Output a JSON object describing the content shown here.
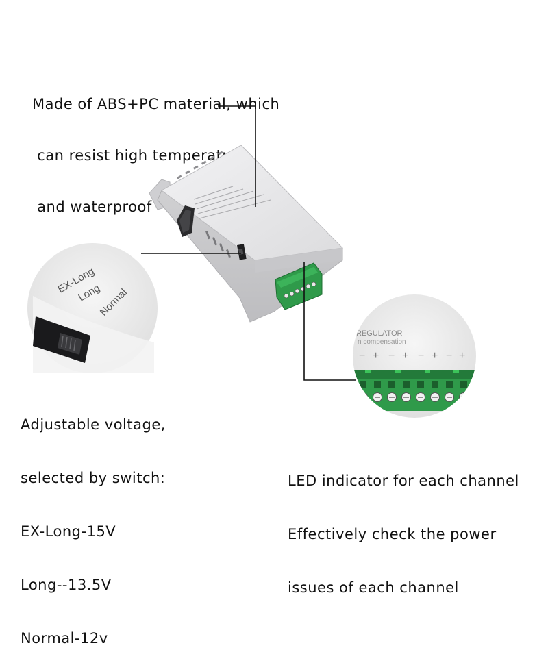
{
  "captions": {
    "material": [
      "Made of ABS+PC material, which",
      " can resist high temperature",
      " and waterproof"
    ],
    "voltage": [
      "Adjustable voltage,",
      "selected by switch:",
      "EX-Long-15V",
      "Long--13.5V",
      "Normal-12v"
    ],
    "led": [
      "LED indicator for each channel",
      "Effectively check the power",
      "issues of each channel"
    ]
  },
  "switch_zoom": {
    "positions": [
      "EX-Long",
      "Long",
      "Normal"
    ]
  },
  "terminal_zoom": {
    "header": "REGULATOR",
    "subheader": "n compensation",
    "polarity_marks": [
      "−",
      "+",
      "−",
      "+",
      "−",
      "+",
      "−",
      "+"
    ]
  },
  "colors": {
    "housing": "#e6e6e8",
    "terminal_green": "#2f9a4a",
    "led_green": "#3cc35a"
  }
}
